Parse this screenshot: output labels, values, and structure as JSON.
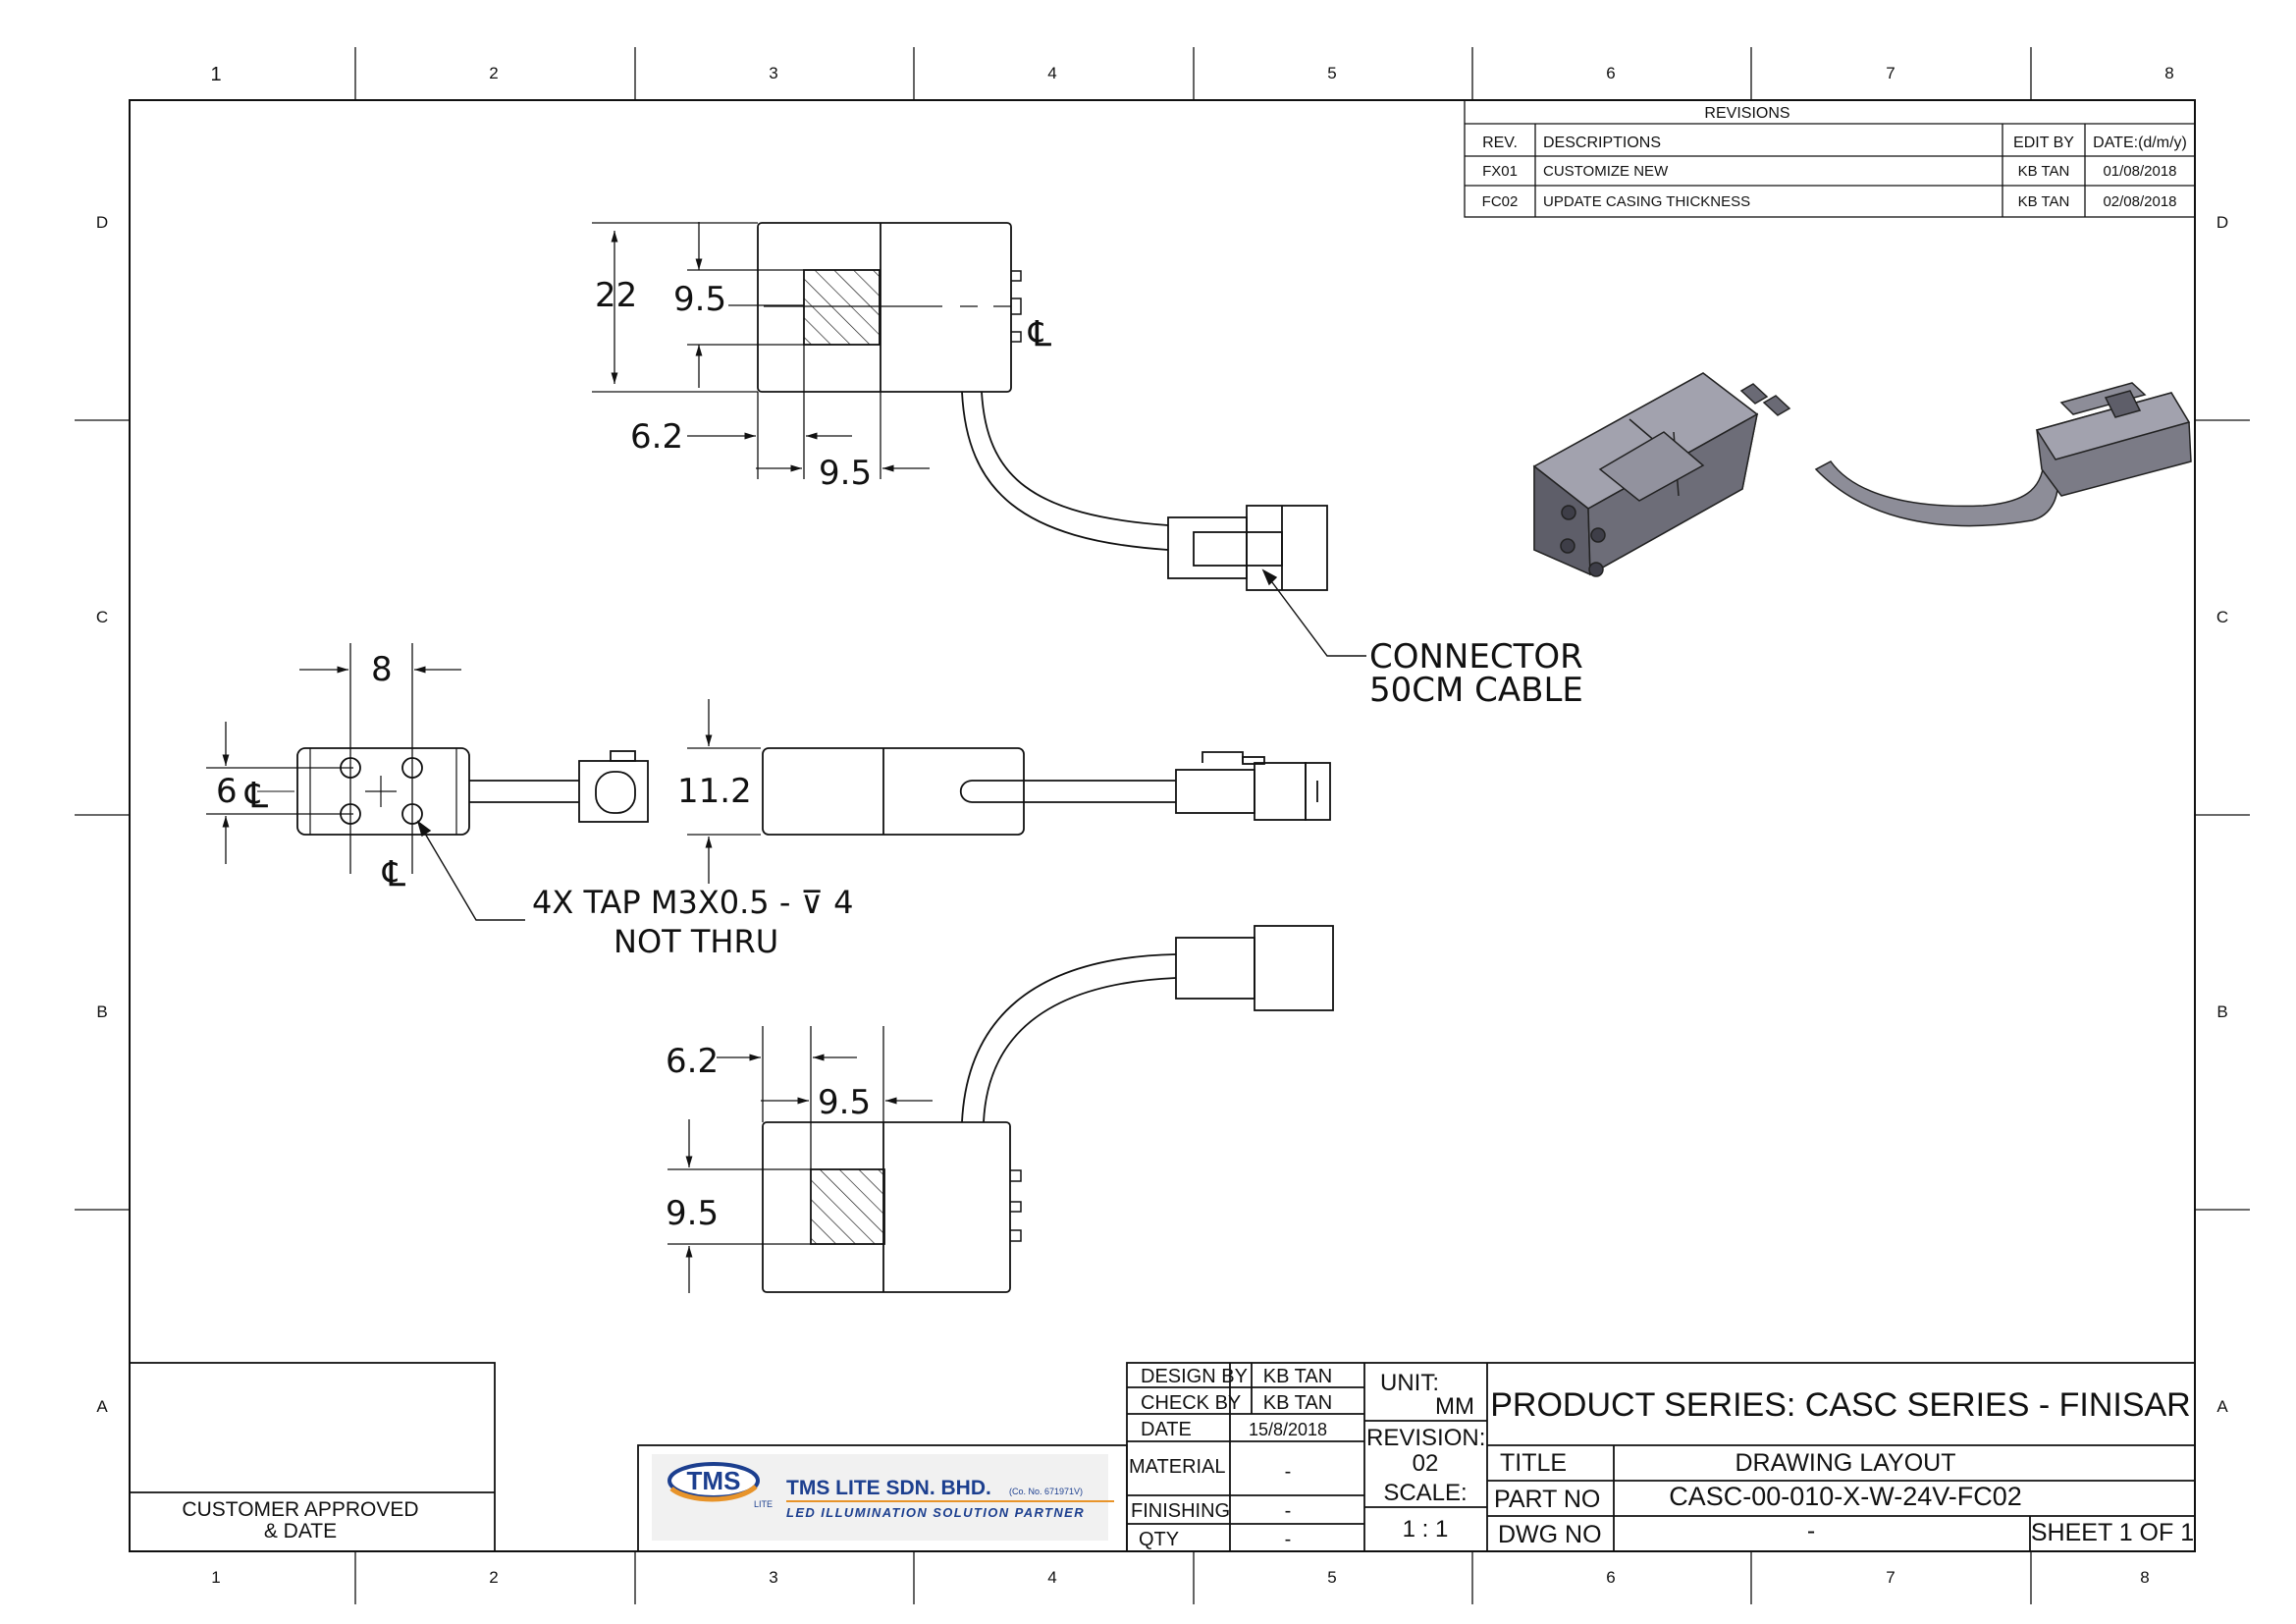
{
  "zones": {
    "columns": [
      "1",
      "2",
      "3",
      "4",
      "5",
      "6",
      "7",
      "8"
    ],
    "rows": [
      "D",
      "C",
      "B",
      "A"
    ]
  },
  "revisions": {
    "title": "REVISIONS",
    "headers": {
      "rev": "REV.",
      "desc": "DESCRIPTIONS",
      "edit": "EDIT BY",
      "date": "DATE:(d/m/y)"
    },
    "rows": [
      {
        "rev": "FX01",
        "desc": "CUSTOMIZE NEW",
        "edit": "KB TAN",
        "date": "01/08/2018"
      },
      {
        "rev": "FC02",
        "desc": "UPDATE CASING THICKNESS",
        "edit": "KB TAN",
        "date": "02/08/2018"
      }
    ]
  },
  "dimensions": {
    "top_22": "22",
    "top_9_5a": "9.5",
    "top_6_2": "6.2",
    "top_9_5b": "9.5",
    "side_8": "8",
    "side_6": "6",
    "mid_11_2": "11.2",
    "bot_6_2": "6.2",
    "bot_9_5a": "9.5",
    "bot_9_5b": "9.5"
  },
  "symbols": {
    "centerline": "℄"
  },
  "notes": {
    "connector_line1": "CONNECTOR",
    "connector_line2": "50CM CABLE",
    "tap_line1": "4X TAP M3X0.5 - ⊽ 4",
    "tap_line2": "NOT THRU"
  },
  "title_block": {
    "customer_line1": "CUSTOMER APPROVED",
    "customer_line2": "& DATE",
    "logo_text": "TMS",
    "logo_sub": "LITE",
    "company_name": "TMS LITE SDN. BHD.",
    "company_reg": "(Co. No. 671971V)",
    "company_tagline": "LED ILLUMINATION SOLUTION PARTNER",
    "design_by_label": "DESIGN BY",
    "design_by": "KB TAN",
    "check_by_label": "CHECK BY",
    "check_by": "KB TAN",
    "date_label": "DATE",
    "date": "15/8/2018",
    "material_label": "MATERIAL",
    "material": "-",
    "finishing_label": "FINISHING",
    "finishing": "-",
    "qty_label": "QTY",
    "qty": "-",
    "unit_label": "UNIT:",
    "unit": "MM",
    "revision_label": "REVISION:",
    "revision": "02",
    "scale_label": "SCALE:",
    "scale": "1 : 1",
    "product_series": "PRODUCT SERIES: CASC SERIES - FINISAR",
    "title_label": "TITLE",
    "title": "DRAWING LAYOUT",
    "part_no_label": "PART NO",
    "part_no": "CASC-00-010-X-W-24V-FC02",
    "dwg_no_label": "DWG NO",
    "dwg_no": "-",
    "sheet": "SHEET 1 OF 1"
  },
  "colors": {
    "line": "#111111",
    "housing": "#7b7b86",
    "housing_dark": "#5c5c66",
    "housing_light": "#9a9aa6",
    "logo_blue": "#1c3f8f",
    "logo_orange": "#e8942a"
  }
}
